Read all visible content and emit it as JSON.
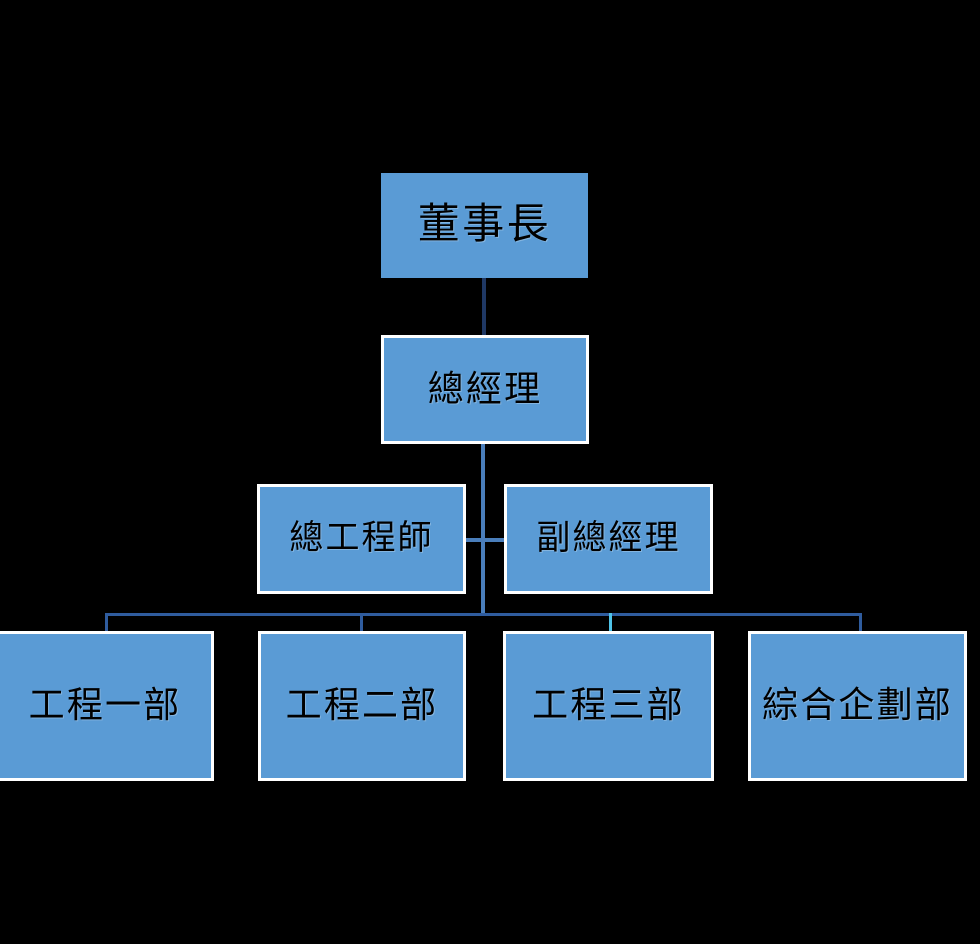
{
  "diagram": {
    "type": "org-chart",
    "title": "",
    "background_color": "#000000",
    "node_fill_color": "#5a9bd5",
    "node_border_color": "#ffffff",
    "connector_color": "#4a7ebb",
    "connector_accent_color": "#4fc3e8",
    "connector_dark_color": "#1f3864",
    "text_color": "#000000"
  },
  "nodes": {
    "chairman": {
      "label": "董事長",
      "level": 1
    },
    "general_manager": {
      "label": "總經理",
      "level": 2
    },
    "chief_engineer": {
      "label": "總工程師",
      "level": 3
    },
    "deputy_general_manager": {
      "label": "副總經理",
      "level": 3
    },
    "eng_dept_1": {
      "label": "工程一部",
      "level": 4
    },
    "eng_dept_2": {
      "label": "工程二部",
      "level": 4
    },
    "eng_dept_3": {
      "label": "工程三部",
      "level": 4
    },
    "planning_dept": {
      "label": "綜合企劃部",
      "level": 4
    }
  },
  "hierarchy": [
    {
      "parent": "chairman",
      "child": "general_manager"
    },
    {
      "parent": "general_manager",
      "child": "chief_engineer"
    },
    {
      "parent": "general_manager",
      "child": "deputy_general_manager"
    },
    {
      "parent": "general_manager",
      "child": "eng_dept_1"
    },
    {
      "parent": "general_manager",
      "child": "eng_dept_2"
    },
    {
      "parent": "general_manager",
      "child": "eng_dept_3"
    },
    {
      "parent": "general_manager",
      "child": "planning_dept"
    }
  ]
}
